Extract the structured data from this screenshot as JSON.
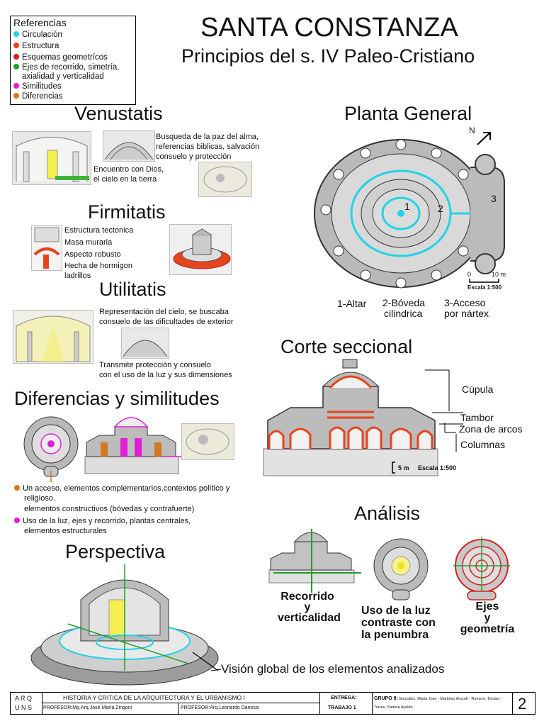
{
  "legend": {
    "title": "Referencias",
    "items": [
      {
        "label": "Circulación",
        "color": "#22d3e6"
      },
      {
        "label": "Estructura",
        "color": "#e8441c"
      },
      {
        "label": "Esquemas geometrícos",
        "color": "#d91e1e"
      },
      {
        "label": "Ejes de recorrido, simetría,",
        "label2": "axialidad y verticalidad",
        "color": "#1e9e2a"
      },
      {
        "label": "Similitudes",
        "color": "#e11fd6"
      },
      {
        "label": "Diferencias",
        "color": "#d27a22"
      }
    ]
  },
  "title": "SANTA CONSTANZA",
  "subtitle": "Principios del s. IV Paleo-Cristiano",
  "venustatis": {
    "heading": "Venustatis",
    "text1": [
      "Busqueda de la paz del alma,",
      "referencias biblicas, salvación",
      "consuelo y protección"
    ],
    "text2": [
      "Encuentro con Dios,",
      "el cielo en la tierra"
    ]
  },
  "firmitatis": {
    "heading": "Firmitatis",
    "items": [
      "Estructura tectonica",
      "Masa muraria",
      "Aspecto robusto",
      "Hecha de hormigon",
      "ladrillos"
    ]
  },
  "utilitatis": {
    "heading": "Utilitatis",
    "text1": [
      "Representación del cielo, se buscaba",
      "consuelo de las dificultades de exterior"
    ],
    "text2": [
      "Transmite protección y consuelo",
      "con el uso de la luz y sus dimensiones"
    ]
  },
  "planta": {
    "heading": "Planta General",
    "north": "N",
    "num1": "1",
    "num2": "2",
    "num3": "3",
    "scale_zero": "0",
    "scale_10": "10 m",
    "scale_label": "Escala 1:500",
    "legend1": "1-Altar",
    "legend2a": "2-Bóveda",
    "legend2b": "cilindrica",
    "legend3a": "3-Acceso",
    "legend3b": "por nártex"
  },
  "corte": {
    "heading": "Corte seccional",
    "labels": [
      "Cúpula",
      "Tambor",
      "Zona de arcos",
      "Columnas"
    ],
    "scale_5": "5 m",
    "scale_label": "Escala 1:500"
  },
  "diferencias": {
    "heading": "Diferencias y similitudes",
    "orange_text": [
      "Un acceso, elementos complementarios,contextos político y",
      "religioso."
    ],
    "mid_text": "elementos constructivos (bóvedas y contrafuerte)",
    "pink_text": [
      "Uso de la luz, ejes y recorrido, plantas centrales,",
      "elementos estructurales"
    ]
  },
  "analisis": {
    "heading": "Análisis",
    "c1": [
      "Recorrido",
      "y",
      "verticalidad"
    ],
    "c2": [
      "Uso de la luz",
      "contraste con",
      "la penumbra"
    ],
    "c3": [
      "Ejes",
      "y",
      "geometría"
    ]
  },
  "perspectiva": {
    "heading": "Perspectiva",
    "caption": "Visión global de los elementos analizados"
  },
  "footer": {
    "arq": "A R Q",
    "uns": "U N S",
    "course": "HISTORIA Y CRITICA DE LA ARQUITECTURA Y EL URBANISMO I",
    "prof1": "PROFESOR:Mg.Arq.José María Zingoni",
    "prof2": "PROFESOR:Arq.Leonardo Danessi",
    "entrega": "ENTREGA:",
    "trabajo": "TRABAJO 1",
    "grupo": "GRUPO 8:",
    "members1": "Gonzalez, María Jose - Martinez Arocell - Romero, Tomás -",
    "members2": "Torres, Patricia Ayelén",
    "page": "2"
  }
}
